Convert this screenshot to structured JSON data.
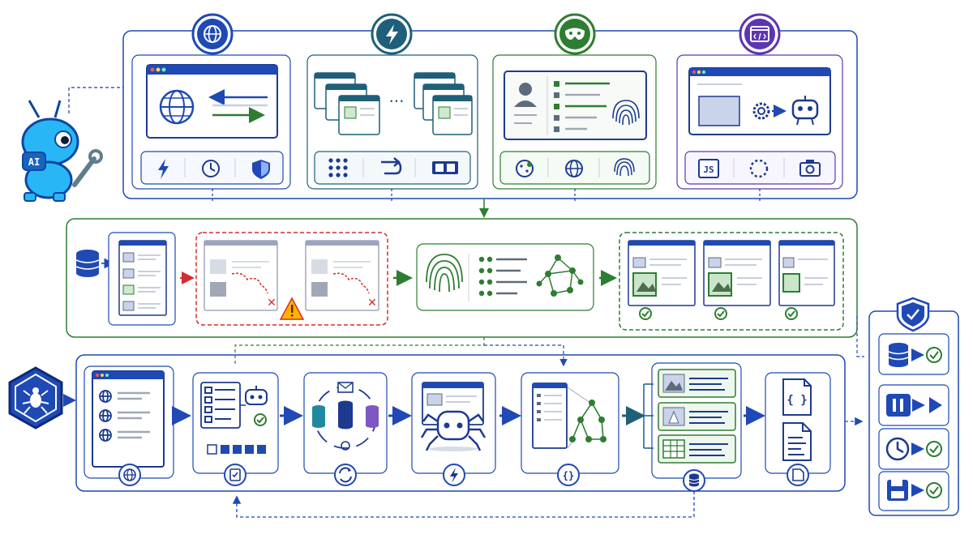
{
  "colors": {
    "blue": "#1f49b5",
    "navy": "#1d3a8f",
    "green": "#2e7d32",
    "red": "#d32f2f",
    "purple": "#5e35b1",
    "teal": "#1f5f7a",
    "light_blue": "#e9efff",
    "light_green": "#eef7ee",
    "light_purple": "#f2eefc",
    "gray": "#a0a8b8",
    "warning": "#ffb300"
  },
  "mascot": {
    "badge_text": "AI",
    "icon": "robot-ant-icon"
  },
  "top_panels": [
    {
      "name": "web-request",
      "badge_icon": "globe-icon",
      "accent": "blue",
      "tools": [
        "lightning-icon",
        "clock-icon",
        "shield-icon"
      ]
    },
    {
      "name": "parallel-pages",
      "badge_icon": "lightning-icon",
      "accent": "teal",
      "tools": [
        "grid-dots-icon",
        "redo-arrow-icon",
        "split-view-icon"
      ]
    },
    {
      "name": "stealth-identity",
      "badge_icon": "mask-icon",
      "accent": "green",
      "tools": [
        "cookie-icon",
        "globe-icon",
        "fingerprint-icon"
      ]
    },
    {
      "name": "browser-render",
      "badge_icon": "code-window-icon",
      "accent": "purple",
      "tools_label": "JS",
      "tools": [
        "js-icon",
        "loading-spinner-icon",
        "camera-icon"
      ]
    }
  ],
  "middle_row": {
    "stages": [
      "database-icon",
      "page-list-icon",
      "broken-pages-icon",
      "fingerprint-graph-icon",
      "validated-pages-icon"
    ],
    "warning_icon": "warning-icon",
    "error_icon": "cross-icon",
    "ok_icon": "check-icon"
  },
  "pipeline": {
    "entry_icon": "spider-hexagon-icon",
    "stages": [
      {
        "name": "url-list",
        "badge_icon": "globe-icon"
      },
      {
        "name": "task-queue",
        "badge_icon": "clipboard-check-icon"
      },
      {
        "name": "distributed-workers",
        "badge_icon": "refresh-icon"
      },
      {
        "name": "crawler-fetch",
        "badge_icon": "lightning-icon"
      },
      {
        "name": "parse-structure",
        "badge_icon": "braces-icon",
        "badge_label": "{}"
      },
      {
        "name": "extracted-records",
        "badge_icon": "database-icon"
      },
      {
        "name": "export-files",
        "badge_icon": "document-icon",
        "file_label": "{ }"
      }
    ]
  },
  "right_panel": {
    "header_icon": "shield-check-icon",
    "rows": [
      {
        "icon": "database-icon",
        "result": "check-icon"
      },
      {
        "icon": "pause-icon",
        "result": "play-icon"
      },
      {
        "icon": "clock-icon",
        "result": "check-icon"
      },
      {
        "icon": "save-icon",
        "result": "check-icon"
      }
    ]
  }
}
